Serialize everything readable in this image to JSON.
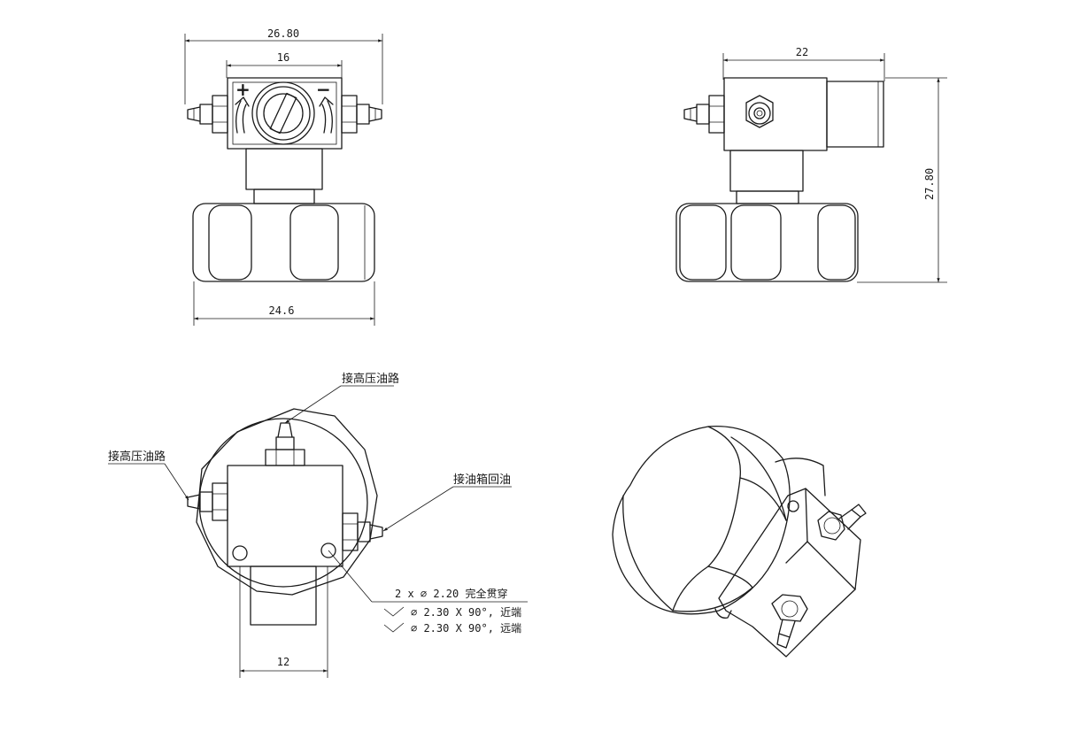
{
  "dimensions": {
    "top_width": "26.80",
    "top_inner": "16",
    "top_bottom": "24.6",
    "side_width": "22",
    "side_height": "27.80",
    "bottom_width": "12"
  },
  "markings": {
    "plus": "+",
    "minus": "−"
  },
  "callouts": {
    "high_pressure_top": "接高压油路",
    "high_pressure_left": "接高压油路",
    "tank_return": "接油箱回油"
  },
  "hole_note": {
    "line1": "2 x  ∅ 2.20 完全贯穿",
    "line2": "∅ 2.30 X 90°, 近端",
    "line3": "∅ 2.30 X 90°, 远端"
  }
}
